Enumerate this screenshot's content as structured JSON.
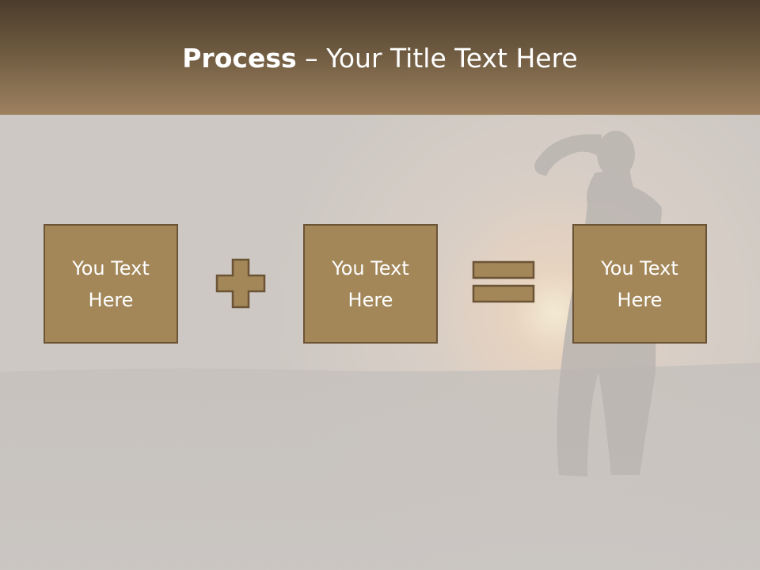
{
  "title": {
    "bold": "Process",
    "rest": " – Your Title Text Here"
  },
  "boxes": [
    {
      "line1": "You Text",
      "line2": "Here"
    },
    {
      "line1": "You Text",
      "line2": "Here"
    },
    {
      "line1": "You Text",
      "line2": "Here"
    }
  ],
  "operators": {
    "plus_icon": "plus-icon",
    "equals_icon": "equals-icon"
  },
  "colors": {
    "title_bar_top": "#4b3c2b",
    "title_bar_bottom": "#9e8260",
    "box_fill": "#a38759",
    "box_border": "#6b5335",
    "text": "#ffffff"
  }
}
